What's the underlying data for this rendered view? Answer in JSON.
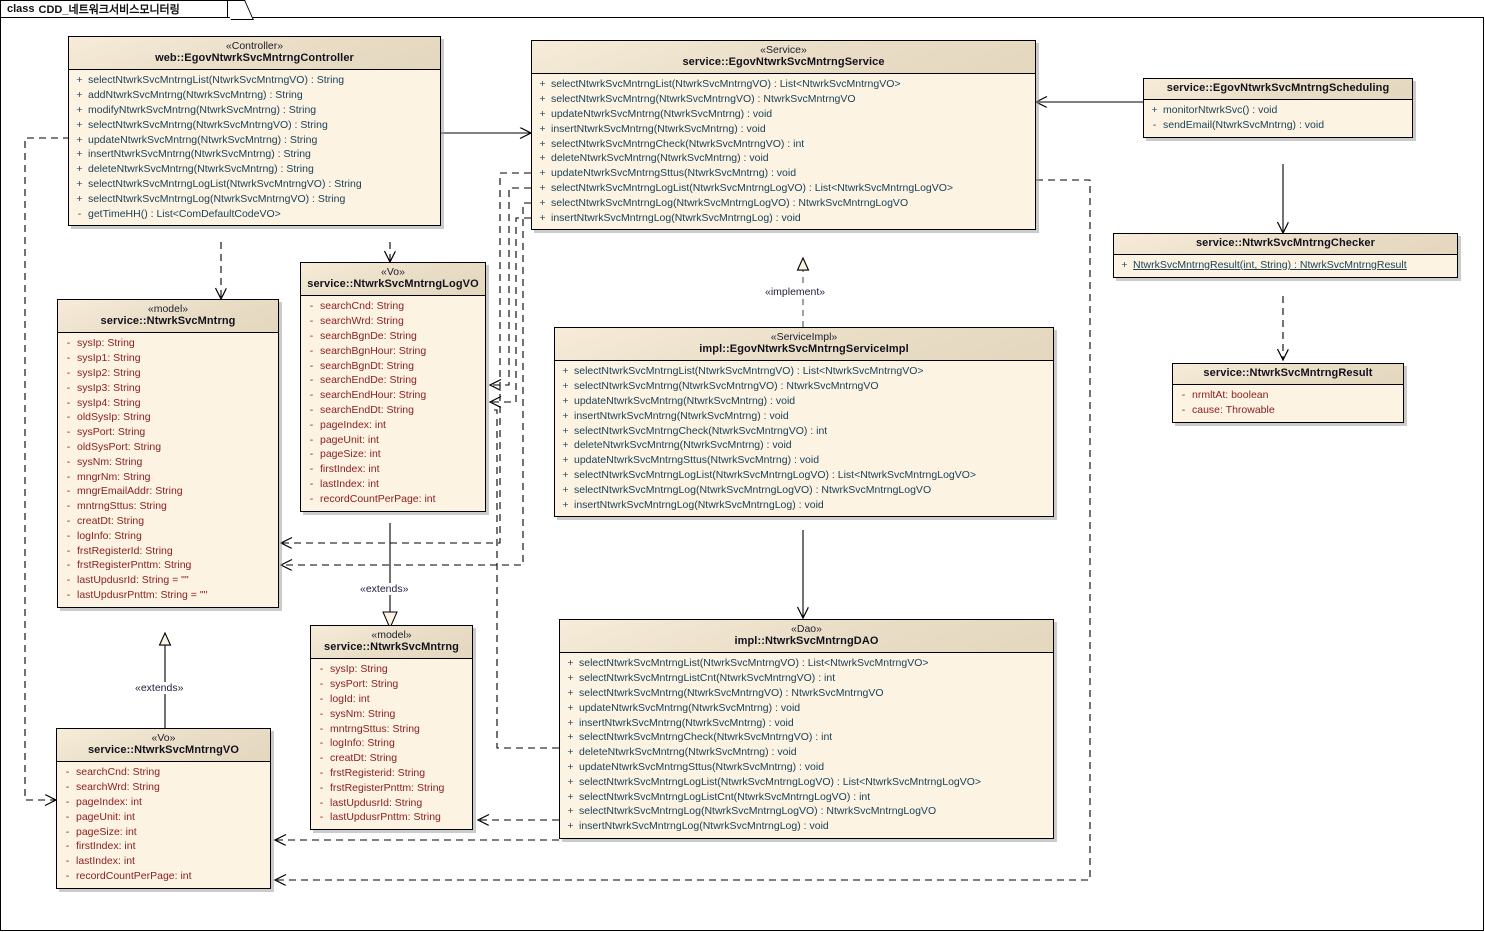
{
  "diagram": {
    "title_keyword": "class",
    "title_name": "CDD_네트워크서비스모니터링",
    "colors": {
      "canvas": "#ffffff",
      "box_fill": "#fdf3e3",
      "header_fill": "#e8dcc6",
      "border": "#000000",
      "operation_text": "#1b4257",
      "attribute_text": "#8b2020"
    }
  },
  "classes": {
    "controller": {
      "stereotype": "«Controller»",
      "name": "web::EgovNtwrkSvcMntrngController",
      "members": [
        {
          "vis": "+",
          "sig": "selectNtwrkSvcMntrngList(NtwrkSvcMntrngVO) : String"
        },
        {
          "vis": "+",
          "sig": "addNtwrkSvcMntrng(NtwrkSvcMntrng) : String"
        },
        {
          "vis": "+",
          "sig": "modifyNtwrkSvcMntrng(NtwrkSvcMntrng) : String"
        },
        {
          "vis": "+",
          "sig": "selectNtwrkSvcMntrng(NtwrkSvcMntrngVO) : String"
        },
        {
          "vis": "+",
          "sig": "updateNtwrkSvcMntrng(NtwrkSvcMntrng) : String"
        },
        {
          "vis": "+",
          "sig": "insertNtwrkSvcMntrng(NtwrkSvcMntrng) : String"
        },
        {
          "vis": "+",
          "sig": "deleteNtwrkSvcMntrng(NtwrkSvcMntrng) : String"
        },
        {
          "vis": "+",
          "sig": "selectNtwrkSvcMntrngLogList(NtwrkSvcMntrngVO) : String"
        },
        {
          "vis": "+",
          "sig": "selectNtwrkSvcMntrngLog(NtwrkSvcMntrngVO) : String"
        },
        {
          "vis": "-",
          "sig": "getTimeHH() : List<ComDefaultCodeVO>"
        }
      ]
    },
    "service": {
      "stereotype": "«Service»",
      "name": "service::EgovNtwrkSvcMntrngService",
      "members": [
        {
          "vis": "+",
          "sig": "selectNtwrkSvcMntrngList(NtwrkSvcMntrngVO) : List<NtwrkSvcMntrngVO>"
        },
        {
          "vis": "+",
          "sig": "selectNtwrkSvcMntrng(NtwrkSvcMntrngVO) : NtwrkSvcMntrngVO"
        },
        {
          "vis": "+",
          "sig": "updateNtwrkSvcMntrng(NtwrkSvcMntrng) : void"
        },
        {
          "vis": "+",
          "sig": "insertNtwrkSvcMntrng(NtwrkSvcMntrng) : void"
        },
        {
          "vis": "+",
          "sig": "selectNtwrkSvcMntrngCheck(NtwrkSvcMntrngVO) : int"
        },
        {
          "vis": "+",
          "sig": "deleteNtwrkSvcMntrng(NtwrkSvcMntrng) : void"
        },
        {
          "vis": "+",
          "sig": "updateNtwrkSvcMntrngSttus(NtwrkSvcMntrng) : void"
        },
        {
          "vis": "+",
          "sig": "selectNtwrkSvcMntrngLogList(NtwrkSvcMntrngLogVO) : List<NtwrkSvcMntrngLogVO>"
        },
        {
          "vis": "+",
          "sig": "selectNtwrkSvcMntrngLog(NtwrkSvcMntrngLogVO) : NtwrkSvcMntrngLogVO"
        },
        {
          "vis": "+",
          "sig": "insertNtwrkSvcMntrngLog(NtwrkSvcMntrngLog) : void"
        }
      ]
    },
    "scheduling": {
      "stereotype": "",
      "name": "service::EgovNtwrkSvcMntrngScheduling",
      "members": [
        {
          "vis": "+",
          "sig": "monitorNtwrkSvc() : void"
        },
        {
          "vis": "-",
          "sig": "sendEmail(NtwrkSvcMntrng) : void"
        }
      ]
    },
    "checker": {
      "stereotype": "",
      "name": "service::NtwrkSvcMntrngChecker",
      "members": [
        {
          "vis": "+",
          "sig": "NtwrkSvcMntrngResult(int, String) : NtwrkSvcMntrngResult",
          "underline": true
        }
      ]
    },
    "result": {
      "stereotype": "",
      "name": "service::NtwrkSvcMntrngResult",
      "members": [
        {
          "vis": "-",
          "sig": "nrmltAt:  boolean"
        },
        {
          "vis": "-",
          "sig": "cause:  Throwable"
        }
      ]
    },
    "model_mntrng": {
      "stereotype": "«model»",
      "name": "service::NtwrkSvcMntrng",
      "members": [
        {
          "vis": "-",
          "sig": "sysIp:  String"
        },
        {
          "vis": "-",
          "sig": "sysIp1:  String"
        },
        {
          "vis": "-",
          "sig": "sysIp2:  String"
        },
        {
          "vis": "-",
          "sig": "sysIp3:  String"
        },
        {
          "vis": "-",
          "sig": "sysIp4:  String"
        },
        {
          "vis": "-",
          "sig": "oldSysIp:  String"
        },
        {
          "vis": "-",
          "sig": "sysPort:  String"
        },
        {
          "vis": "-",
          "sig": "oldSysPort:  String"
        },
        {
          "vis": "-",
          "sig": "sysNm:  String"
        },
        {
          "vis": "-",
          "sig": "mngrNm:  String"
        },
        {
          "vis": "-",
          "sig": "mngrEmailAddr:  String"
        },
        {
          "vis": "-",
          "sig": "mntrngSttus:  String"
        },
        {
          "vis": "-",
          "sig": "creatDt:  String"
        },
        {
          "vis": "-",
          "sig": "logInfo:  String"
        },
        {
          "vis": "-",
          "sig": "frstRegisterId:  String"
        },
        {
          "vis": "-",
          "sig": "frstRegisterPnttm:  String"
        },
        {
          "vis": "-",
          "sig": "lastUpdusrId:  String = \"\""
        },
        {
          "vis": "-",
          "sig": "lastUpdusrPnttm:  String = \"\""
        }
      ]
    },
    "log_vo": {
      "stereotype": "«Vo»",
      "name": "service::NtwrkSvcMntrngLogVO",
      "members": [
        {
          "vis": "-",
          "sig": "searchCnd:  String"
        },
        {
          "vis": "-",
          "sig": "searchWrd:  String"
        },
        {
          "vis": "-",
          "sig": "searchBgnDe:  String"
        },
        {
          "vis": "-",
          "sig": "searchBgnHour:  String"
        },
        {
          "vis": "-",
          "sig": "searchBgnDt:  String"
        },
        {
          "vis": "-",
          "sig": "searchEndDe:  String"
        },
        {
          "vis": "-",
          "sig": "searchEndHour:  String"
        },
        {
          "vis": "-",
          "sig": "searchEndDt:  String"
        },
        {
          "vis": "-",
          "sig": "pageIndex:  int"
        },
        {
          "vis": "-",
          "sig": "pageUnit:  int"
        },
        {
          "vis": "-",
          "sig": "pageSize:  int"
        },
        {
          "vis": "-",
          "sig": "firstIndex:  int"
        },
        {
          "vis": "-",
          "sig": "lastIndex:  int"
        },
        {
          "vis": "-",
          "sig": "recordCountPerPage:  int"
        }
      ]
    },
    "service_impl": {
      "stereotype": "«ServiceImpl»",
      "name": "impl::EgovNtwrkSvcMntrngServiceImpl",
      "members": [
        {
          "vis": "+",
          "sig": "selectNtwrkSvcMntrngList(NtwrkSvcMntrngVO) : List<NtwrkSvcMntrngVO>"
        },
        {
          "vis": "+",
          "sig": "selectNtwrkSvcMntrng(NtwrkSvcMntrngVO) : NtwrkSvcMntrngVO"
        },
        {
          "vis": "+",
          "sig": "updateNtwrkSvcMntrng(NtwrkSvcMntrng) : void"
        },
        {
          "vis": "+",
          "sig": "insertNtwrkSvcMntrng(NtwrkSvcMntrng) : void"
        },
        {
          "vis": "+",
          "sig": "selectNtwrkSvcMntrngCheck(NtwrkSvcMntrngVO) : int"
        },
        {
          "vis": "+",
          "sig": "deleteNtwrkSvcMntrng(NtwrkSvcMntrng) : void"
        },
        {
          "vis": "+",
          "sig": "updateNtwrkSvcMntrngSttus(NtwrkSvcMntrng) : void"
        },
        {
          "vis": "+",
          "sig": "selectNtwrkSvcMntrngLogList(NtwrkSvcMntrngLogVO) : List<NtwrkSvcMntrngLogVO>"
        },
        {
          "vis": "+",
          "sig": "selectNtwrkSvcMntrngLog(NtwrkSvcMntrngLogVO) : NtwrkSvcMntrngLogVO"
        },
        {
          "vis": "+",
          "sig": "insertNtwrkSvcMntrngLog(NtwrkSvcMntrngLog) : void"
        }
      ]
    },
    "dao": {
      "stereotype": "«Dao»",
      "name": "impl::NtwrkSvcMntrngDAO",
      "members": [
        {
          "vis": "+",
          "sig": "selectNtwrkSvcMntrngList(NtwrkSvcMntrngVO) : List<NtwrkSvcMntrngVO>"
        },
        {
          "vis": "+",
          "sig": "selectNtwrkSvcMntrngListCnt(NtwrkSvcMntrngVO) : int"
        },
        {
          "vis": "+",
          "sig": "selectNtwrkSvcMntrng(NtwrkSvcMntrngVO) : NtwrkSvcMntrngVO"
        },
        {
          "vis": "+",
          "sig": "updateNtwrkSvcMntrng(NtwrkSvcMntrng) : void"
        },
        {
          "vis": "+",
          "sig": "insertNtwrkSvcMntrng(NtwrkSvcMntrng) : void"
        },
        {
          "vis": "+",
          "sig": "selectNtwrkSvcMntrngCheck(NtwrkSvcMntrngVO) : int"
        },
        {
          "vis": "+",
          "sig": "deleteNtwrkSvcMntrng(NtwrkSvcMntrng) : void"
        },
        {
          "vis": "+",
          "sig": "updateNtwrkSvcMntrngSttus(NtwrkSvcMntrng) : void"
        },
        {
          "vis": "+",
          "sig": "selectNtwrkSvcMntrngLogList(NtwrkSvcMntrngLogVO) : List<NtwrkSvcMntrngLogVO>"
        },
        {
          "vis": "+",
          "sig": "selectNtwrkSvcMntrngLogListCnt(NtwrkSvcMntrngLogVO) : int"
        },
        {
          "vis": "+",
          "sig": "selectNtwrkSvcMntrngLog(NtwrkSvcMntrngLogVO) : NtwrkSvcMntrngLogVO"
        },
        {
          "vis": "+",
          "sig": "insertNtwrkSvcMntrngLog(NtwrkSvcMntrngLog) : void"
        }
      ]
    },
    "model_log": {
      "stereotype": "«model»",
      "name": "service::NtwrkSvcMntrng",
      "members": [
        {
          "vis": "-",
          "sig": "sysIp:  String"
        },
        {
          "vis": "-",
          "sig": "sysPort:  String"
        },
        {
          "vis": "-",
          "sig": "logId:  int"
        },
        {
          "vis": "-",
          "sig": "sysNm:  String"
        },
        {
          "vis": "-",
          "sig": "mntrngSttus:  String"
        },
        {
          "vis": "-",
          "sig": "logInfo:  String"
        },
        {
          "vis": "-",
          "sig": "creatDt:  String"
        },
        {
          "vis": "-",
          "sig": "frstRegisterid:  String"
        },
        {
          "vis": "-",
          "sig": "frstRegisterPnttm:  String"
        },
        {
          "vis": "-",
          "sig": "lastUpdusrId:  String"
        },
        {
          "vis": "-",
          "sig": "lastUpdusrPnttm:  String"
        }
      ]
    },
    "mntrng_vo": {
      "stereotype": "«Vo»",
      "name": "service::NtwrkSvcMntrngVO",
      "members": [
        {
          "vis": "-",
          "sig": "searchCnd:  String"
        },
        {
          "vis": "-",
          "sig": "searchWrd:  String"
        },
        {
          "vis": "-",
          "sig": "pageIndex:  int"
        },
        {
          "vis": "-",
          "sig": "pageUnit:  int"
        },
        {
          "vis": "-",
          "sig": "pageSize:  int"
        },
        {
          "vis": "-",
          "sig": "firstIndex:  int"
        },
        {
          "vis": "-",
          "sig": "lastIndex:  int"
        },
        {
          "vis": "-",
          "sig": "recordCountPerPage:  int"
        }
      ]
    }
  },
  "edge_labels": {
    "implement": "«implement»",
    "extends_vo": "«extends»",
    "extends_log": "«extends»"
  }
}
